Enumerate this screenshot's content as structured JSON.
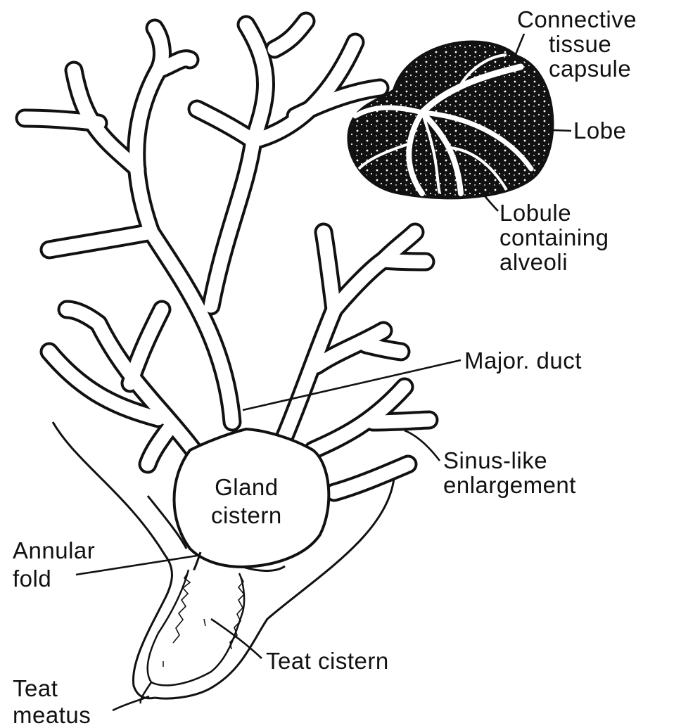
{
  "labels": {
    "connective_tissue_capsule": [
      "Connective",
      "tissue",
      "capsule"
    ],
    "lobe": "Lobe",
    "lobule_containing_alveoli": [
      "Lobule",
      "containing",
      "alveoli"
    ],
    "major_duct": "Major. duct",
    "sinus_like_enlargement": [
      "Sinus-like",
      "enlargement"
    ],
    "gland_cistern": [
      "Gland",
      "cistern"
    ],
    "annular_fold": [
      "Annular",
      "fold"
    ],
    "teat_cistern": "Teat cistern",
    "teat_meatus": [
      "Teat",
      "meatus"
    ]
  },
  "colors": {
    "ink": "#111111",
    "background": "#ffffff"
  }
}
